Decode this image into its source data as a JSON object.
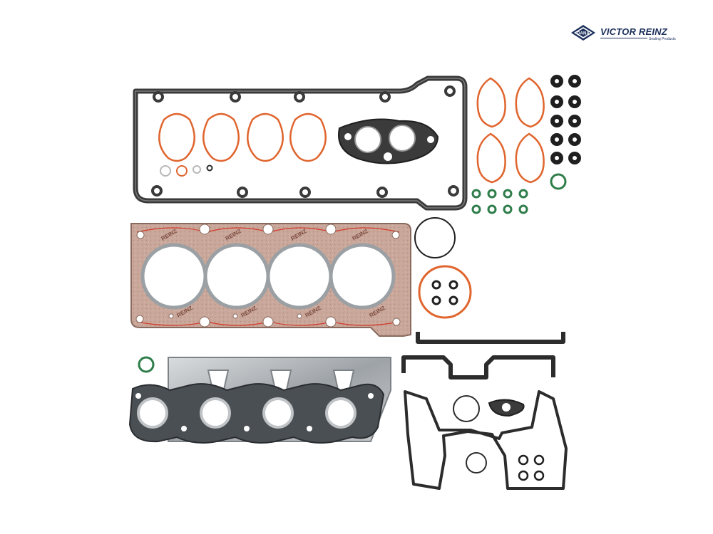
{
  "brand": {
    "name": "VICTOR REINZ",
    "tagline": "Sealing Products",
    "seal_text": "DANA",
    "color": "#1b2f5c"
  },
  "head_gasket_print": "REINZ",
  "colors": {
    "rubber": "#2c2c2c",
    "orange_ring": "#e0652e",
    "green_ring": "#2e7d4a",
    "fiber": "#c9a79a",
    "steel": "#b4b8bb"
  }
}
